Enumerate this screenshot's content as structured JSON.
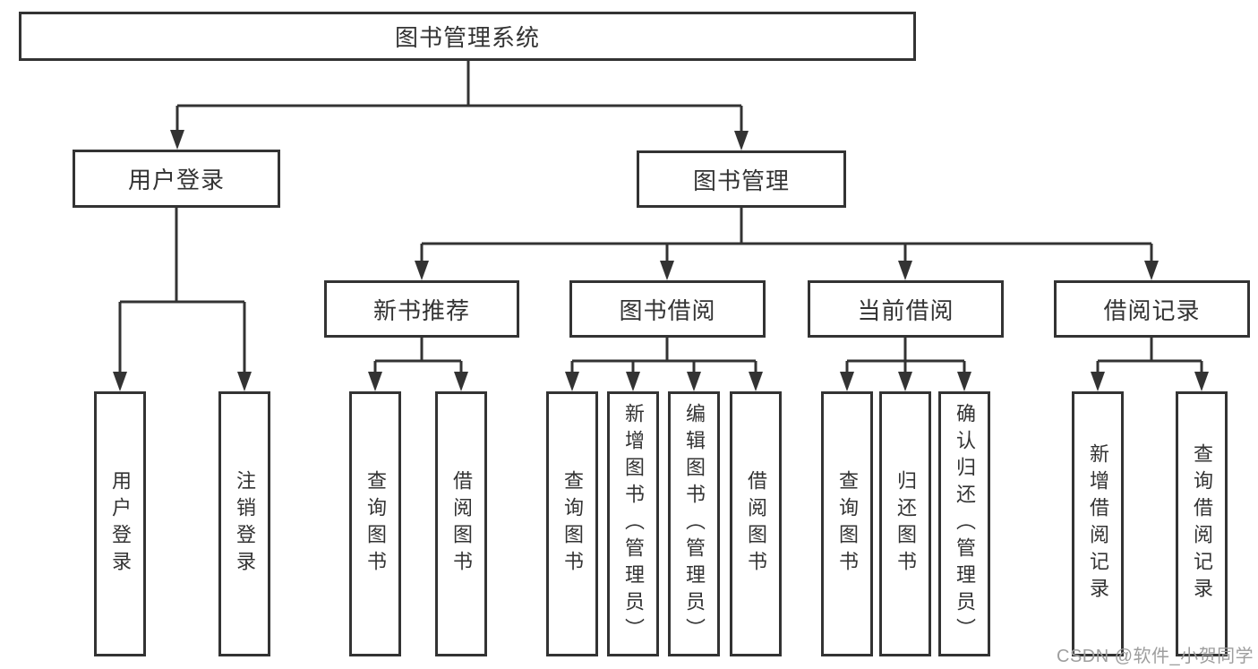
{
  "tree": {
    "root": "图书管理系统",
    "branches": [
      {
        "label": "用户登录",
        "children": [
          "用户登录",
          "注销登录"
        ]
      },
      {
        "label": "图书管理",
        "children": [
          {
            "label": "新书推荐",
            "children": [
              "查询图书",
              "借阅图书"
            ]
          },
          {
            "label": "图书借阅",
            "children": [
              "查询图书",
              "新增图书（管理员）",
              "编辑图书（管理员）",
              "借阅图书"
            ]
          },
          {
            "label": "当前借阅",
            "children": [
              "查询图书",
              "归还图书",
              "确认归还（管理员）"
            ]
          },
          {
            "label": "借阅记录",
            "children": [
              "新增借阅记录",
              "查询借阅记录"
            ]
          }
        ]
      }
    ]
  },
  "watermark": "CSDN @软件_小贺同学",
  "colors": {
    "line": "#333333",
    "text": "#333333",
    "background": "#ffffff",
    "watermark": "#9e9e9e"
  }
}
